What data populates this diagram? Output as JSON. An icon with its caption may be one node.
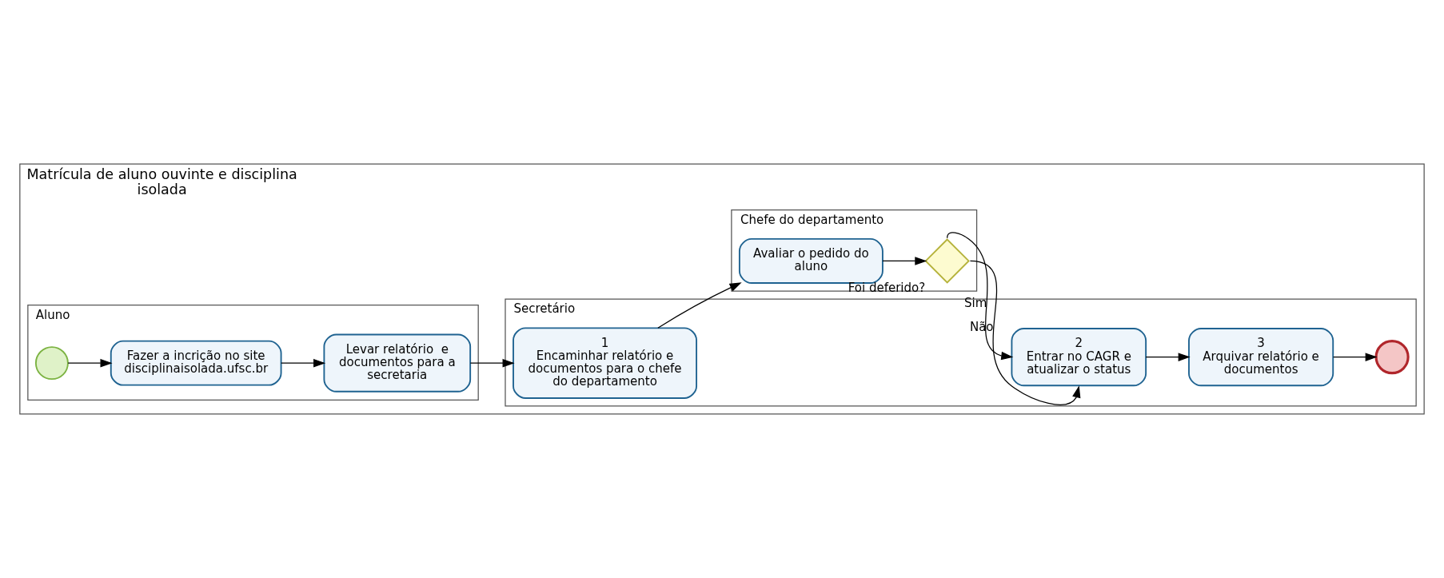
{
  "diagram": {
    "nodes": [
      {
        "text": [
          "Matrícula de aluno ouvinte e disciplina isolada"
        ]
      },
      {
        "text": [
          "Secretário"
        ],
        "in": 0
      },
      {
        "text": [
          "Aluno"
        ],
        "in": 0
      },
      {
        "text": [
          "Chefe do departamento"
        ],
        "in": 0
      },
      {
        "text": [
          "1",
          "Encaminhar relatório e documentos para o chefe do departamento"
        ],
        "in": 1
      },
      {
        "text": [
          "2",
          "Entrar no CAGR e atualizar o status"
        ],
        "in": 1
      },
      {
        "text": [
          "3",
          "Arquivar relatório e documentos"
        ],
        "in": 1
      },
      {
        "text": [],
        "shape": "circle",
        "in": 1
      },
      {
        "text": [],
        "shape": "circle",
        "in": 2
      },
      {
        "text": [
          "Fazer a incrição no site disciplinaisolada.ufsc.br"
        ],
        "in": 2
      },
      {
        "text": [
          "Levar relatório  e documentos para a secretaria"
        ],
        "in": 2
      },
      {
        "text": [
          "Avaliar o pedido do aluno"
        ],
        "in": 3
      },
      {
        "text": [],
        "shape": "diamond",
        "in": 3,
        "beside": [
          "Foi deferido?"
        ]
      }
    ],
    "edges": [
      {
        "from": 8,
        "to": 9,
        "arrow": "to"
      },
      {
        "from": 9,
        "to": 10,
        "arrow": "to"
      },
      {
        "from": 10,
        "to": 4,
        "arrow": "to"
      },
      {
        "from": 4,
        "to": 11,
        "arrow": "to"
      },
      {
        "from": 11,
        "to": 12,
        "arrow": "to"
      },
      {
        "from": 12,
        "to": 5,
        "arrow": "to",
        "label": "Sim"
      },
      {
        "from": 12,
        "to": 5,
        "arrow": "to",
        "label": "Não"
      },
      {
        "from": 5,
        "to": 6,
        "arrow": "to"
      },
      {
        "from": 6,
        "to": 7,
        "arrow": "to"
      }
    ]
  }
}
